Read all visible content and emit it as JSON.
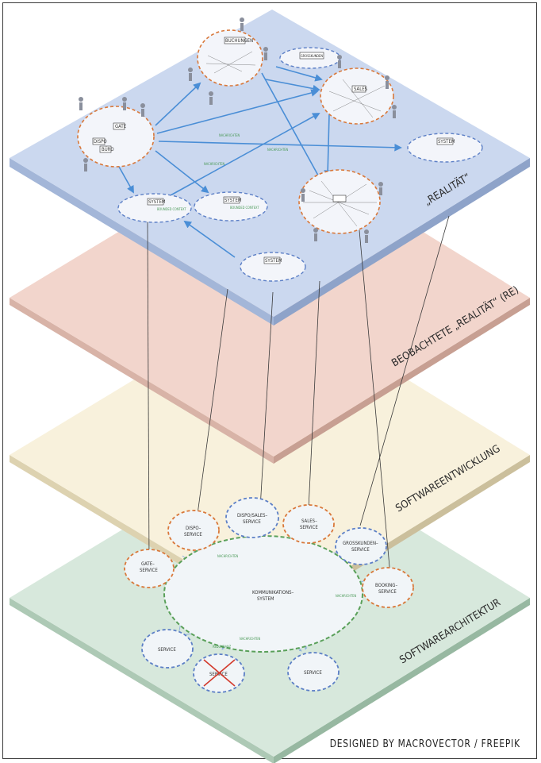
{
  "layers": {
    "reality": "„REALITÄT“",
    "observed": "BEOBACHTETE „REALITÄT“ (RE)",
    "development": "SOFTWAREENTWICKLUNG",
    "architecture": "SOFTWAREARCHITEKTUR"
  },
  "reality_nodes": {
    "system": "SYSTEM",
    "gate": "GATE",
    "dispo": "DISPO",
    "buero": "BÜRO",
    "sales": "SALES",
    "buchungen": "BUCHUNGEN",
    "grosskunden": "GROSSKUNDEN",
    "bounded_context": "BOUNDED CONTEXT",
    "nachrichten": "NACHRICHTEN"
  },
  "architecture_nodes": {
    "kommunikation": [
      "KOMMUNIKATIONS–",
      "SYSTEM"
    ],
    "gate_service": [
      "GATE–",
      "SERVICE"
    ],
    "dispo_service": [
      "DISPO–",
      "SERVICE"
    ],
    "dispo_sales_service": [
      "DISPO/SALES–",
      "SERVICE"
    ],
    "sales_service": [
      "SALES–",
      "SERVICE"
    ],
    "grosskunden_service": [
      "GROSSKUNDEN–",
      "SERVICE"
    ],
    "booking_service": [
      "BOOKING–",
      "SERVICE"
    ],
    "service_left": "SERVICE",
    "service_crossed": "SERVICE",
    "service_right": "SERVICE",
    "nachrichten": "NACHRICHTEN",
    "redundanz": "REDUNDANZ",
    "kopplung": "KOPPLUNG"
  },
  "credit": "DESIGNED BY MACROVECTOR / FREEPIK",
  "colors": {
    "reality_top": "#cbd8ef",
    "reality_side": "#a3b6d8",
    "observed_top": "#f2d5cc",
    "observed_side": "#d8b3a7",
    "development_top": "#f8f1dc",
    "development_side": "#ddd2b0",
    "architecture_top": "#d7e8dc",
    "architecture_side": "#adc9b5",
    "orange_dash": "#d9783a",
    "blue_dash": "#5c7fc6",
    "green_dash": "#5aa05a",
    "arrow_blue": "#4a8ed6"
  }
}
